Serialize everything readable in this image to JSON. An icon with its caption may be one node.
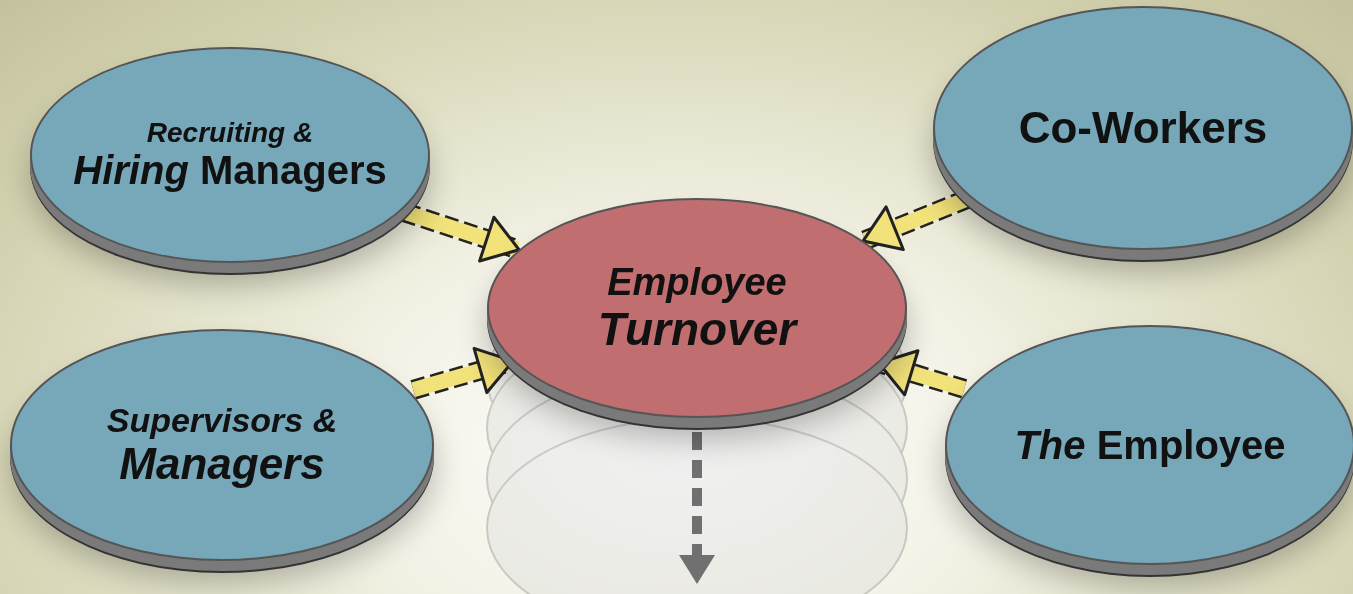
{
  "diagram": {
    "nodes": [
      {
        "text": [
          "Recruiting &",
          "*Hiring* Managers"
        ]
      },
      {
        "text": [
          "Co-Workers"
        ]
      },
      {
        "text": [
          "Employee",
          "Turnover"
        ]
      },
      {
        "text": [
          "Supervisors &",
          "Managers"
        ]
      },
      {
        "text": [
          "*The* Employee"
        ]
      }
    ],
    "edges": [
      {
        "from": 0,
        "to": 2,
        "arrow": "to"
      },
      {
        "from": 1,
        "to": 2,
        "arrow": "to"
      },
      {
        "from": 3,
        "to": 2,
        "arrow": "to"
      },
      {
        "from": 4,
        "to": 2,
        "arrow": "to"
      }
    ]
  }
}
